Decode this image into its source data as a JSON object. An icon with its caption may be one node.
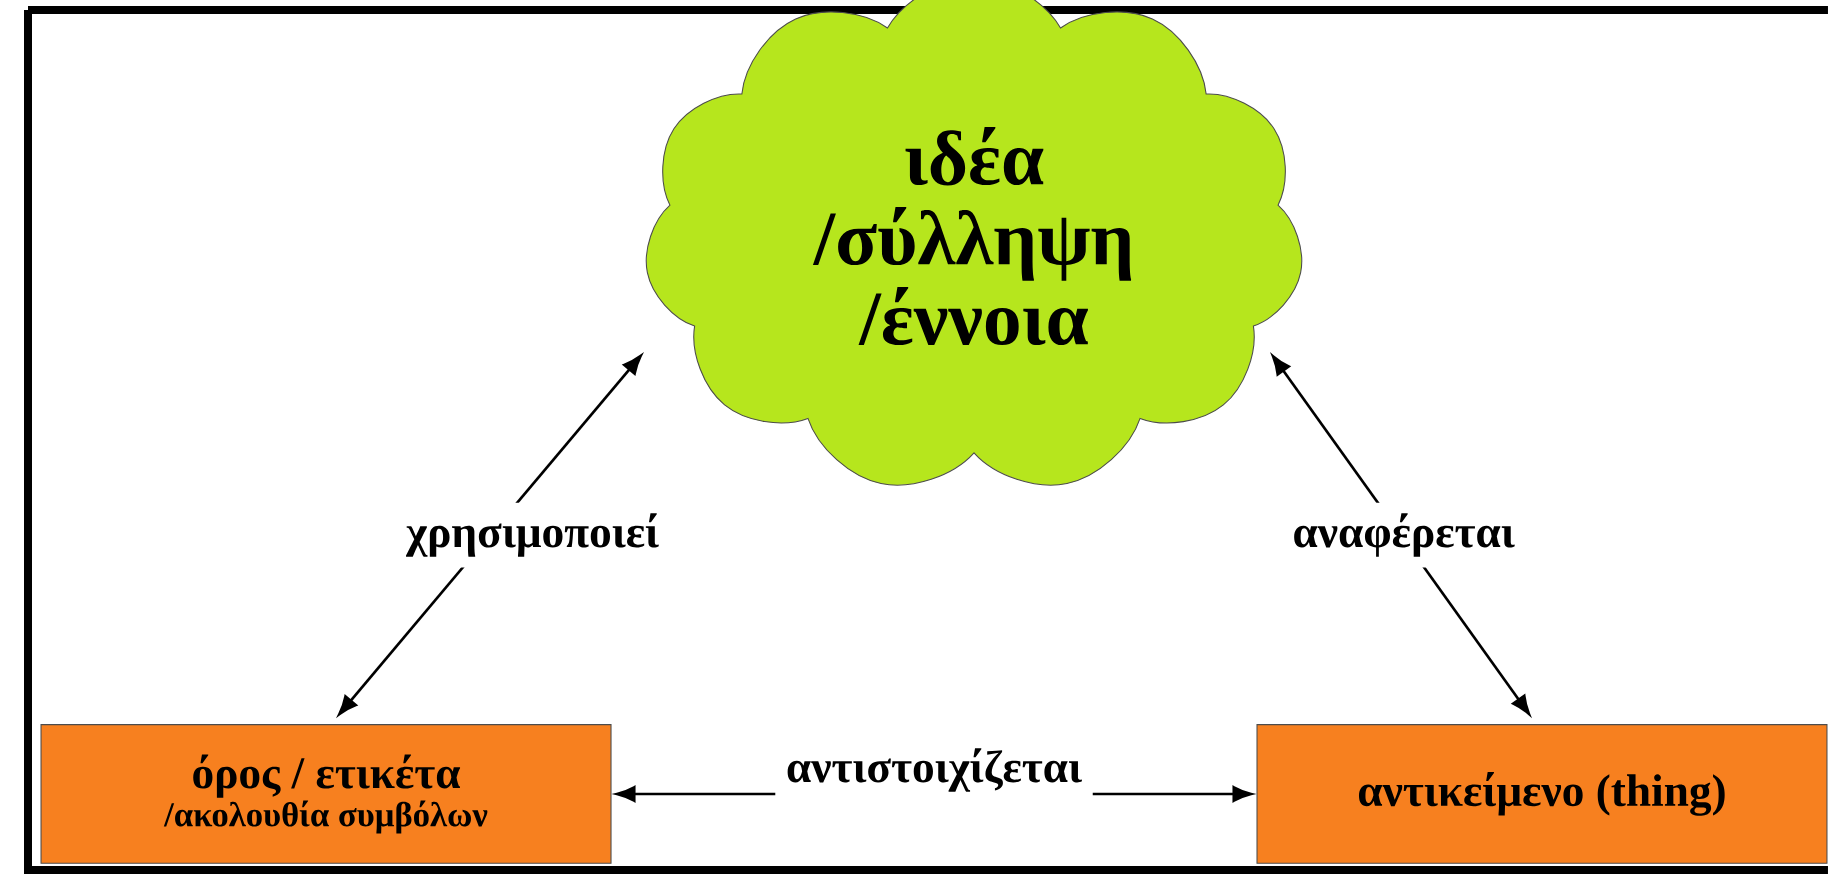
{
  "diagram": {
    "nodes": [
      {
        "text": [
          "ιδέα /σύλληψη /έννοια"
        ]
      },
      {
        "text": [
          "όρος / ετικέτα",
          "/ακολουθία συμβόλων"
        ]
      },
      {
        "text": [
          "αντικείμενο (thing)"
        ]
      }
    ],
    "edges": [
      {
        "from": 1,
        "to": 2,
        "arrow": "both",
        "label": "αντιστοιχίζεται"
      },
      {
        "from": 1,
        "to": 0,
        "arrow": "both",
        "label": "χρησιμοποιεί"
      },
      {
        "from": 2,
        "to": 0,
        "arrow": "both",
        "label": "αναφέρεται"
      }
    ]
  }
}
